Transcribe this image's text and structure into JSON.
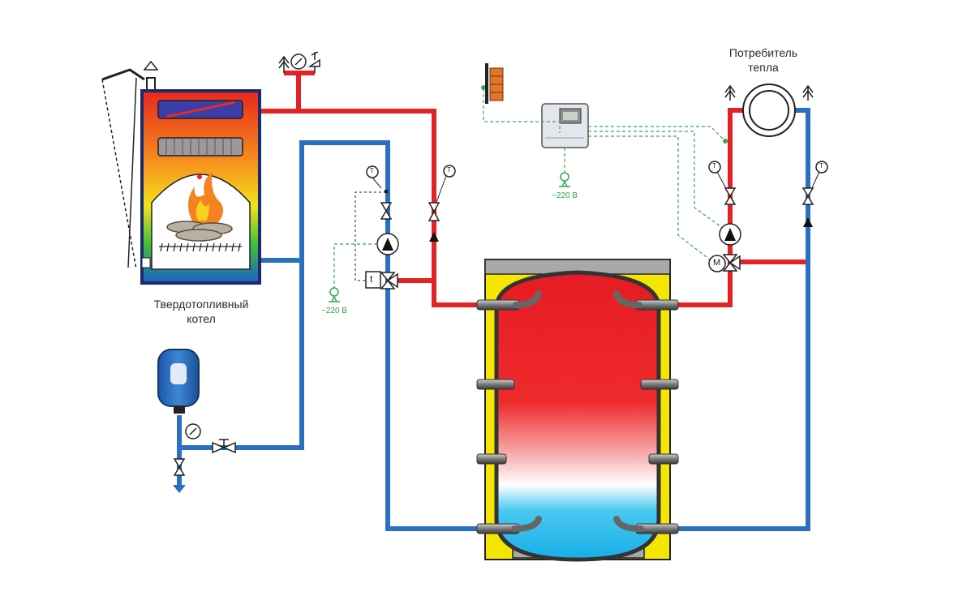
{
  "labels": {
    "boiler_line1": "Твердотопливный",
    "boiler_line2": "котел",
    "consumer_line1": "Потребитель",
    "consumer_line2": "тепла",
    "voltage_pump": "~220 В",
    "voltage_controller": "~220 В",
    "sensor_t": "t",
    "motor_m": "M",
    "thermometer_t": "T"
  },
  "colors": {
    "hot_pipe": "#e32226",
    "cold_pipe": "#2a6fc0",
    "control_line": "#35a853",
    "tank_jacket": "#f5e600",
    "outline": "#222222"
  }
}
